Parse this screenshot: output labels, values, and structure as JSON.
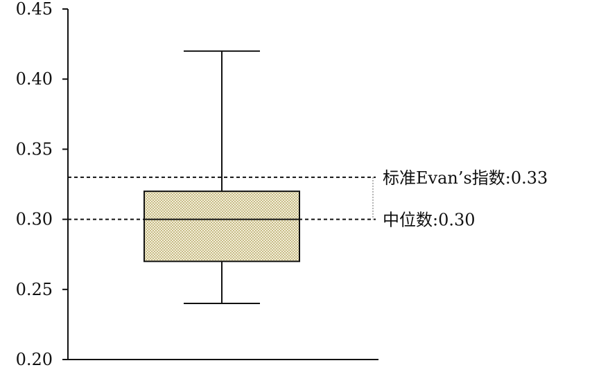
{
  "chart_data": {
    "type": "box",
    "title": "",
    "xlabel": "",
    "ylabel": "",
    "ylim": [
      0.2,
      0.45
    ],
    "yticks": [
      {
        "value": 0.2,
        "label": "0.20"
      },
      {
        "value": 0.25,
        "label": "0.25"
      },
      {
        "value": 0.3,
        "label": "0.30"
      },
      {
        "value": 0.35,
        "label": "0.35"
      },
      {
        "value": 0.4,
        "label": "0.40"
      },
      {
        "value": 0.45,
        "label": "0.45"
      }
    ],
    "box": {
      "whisker_low": 0.24,
      "q1": 0.27,
      "median": 0.3,
      "q3": 0.32,
      "whisker_high": 0.42,
      "fill_color": "#c8bd87",
      "pattern": "checkered"
    },
    "reference_lines": [
      {
        "value": 0.33,
        "label": "标准Evan’s指数:0.33",
        "style": "dashed"
      },
      {
        "value": 0.3,
        "label": "中位数:0.30",
        "style": "dashed"
      }
    ],
    "grid": false,
    "legend": "none"
  }
}
